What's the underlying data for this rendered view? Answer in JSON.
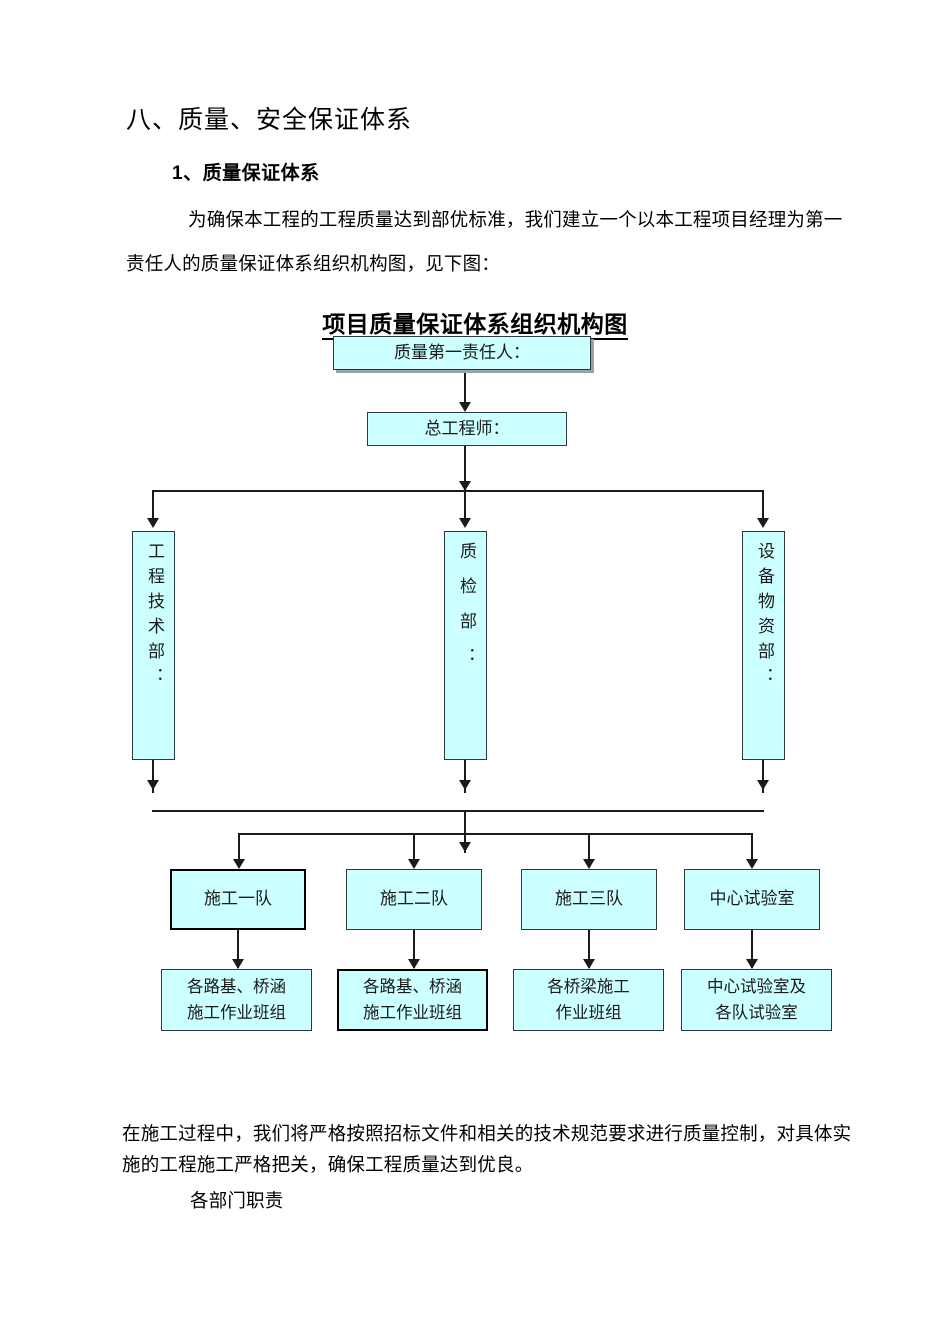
{
  "document": {
    "section_heading": "八、质量、安全保证体系",
    "sub_heading": "1、质量保证体系",
    "intro_paragraph": "为确保本工程的工程质量达到部优标准，我们建立一个以本工程项目经理为第一责任人的质量保证体系组织机构图，见下图：",
    "closing_paragraph": "在施工过程中，我们将严格按照招标文件和相关的技术规范要求进行质量控制，对具体实施的工程施工严格把关，确保工程质量达到优良。",
    "departments_heading": "各部门职责"
  },
  "diagram": {
    "title": "项目质量保证体系组织机构图",
    "box_fill_color": "#ccffff",
    "box_border_color": "#2b3a3a",
    "connector_color": "#1b1b1b",
    "level1": {
      "label": "质量第一责任人："
    },
    "level2": {
      "label": "总工程师："
    },
    "departments": [
      {
        "label": "工程技术部："
      },
      {
        "label": "质检部："
      },
      {
        "label": "设备物资部："
      }
    ],
    "teams": [
      {
        "label": "施工一队"
      },
      {
        "label": "施工二队"
      },
      {
        "label": "施工三队"
      },
      {
        "label": "中心试验室"
      }
    ],
    "workgroups": [
      {
        "line1": "各路基、桥涵",
        "line2": "施工作业班组"
      },
      {
        "line1": "各路基、桥涵",
        "line2": "施工作业班组"
      },
      {
        "line1": "各桥梁施工",
        "line2": "作业班组"
      },
      {
        "line1": "中心试验室及",
        "line2": "各队试验室"
      }
    ]
  }
}
